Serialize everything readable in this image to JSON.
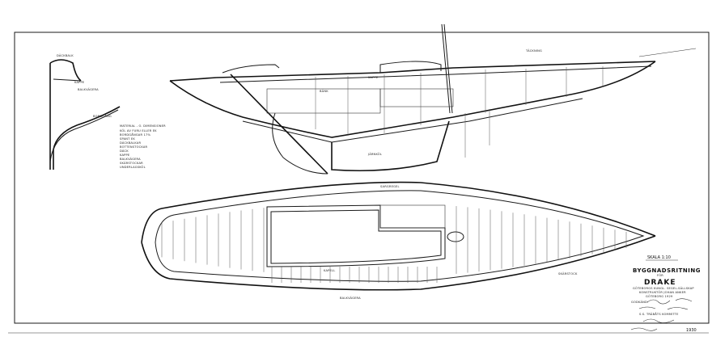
{
  "title_block": {
    "scale": "SKALA 1:10",
    "heading": "BYGGNADSRITNING",
    "for": "FÖR",
    "boat_name": "DRAKE",
    "note1": "GÖTEBORGS KUNGL. SEGEL-SÄLLSKAP",
    "note2": "KONSTRUKTÖR JOHAN ANKER",
    "note3": "GÖTEBORG 1929",
    "approved": "GODKÄND:",
    "drawn_by": "S.S. TRÄBÅTS KOMMITTE",
    "year": "1930"
  },
  "material_notes": {
    "heading": "MATERIAL - O. DIMENSIONER",
    "lines": [
      "KÖL AV FURU ELLER EK",
      "BORDGÅNGAR 17%",
      "SPANT EK",
      "DÄCKBALKAR",
      "BOTTENSTOCKAR",
      "DÄCK",
      "KAPPE",
      "BALKVÄGERA",
      "SKÄRSTOCKAR",
      "UNDERLAGSKÖL"
    ]
  },
  "profile_labels": {
    "kappe": "KAPPE",
    "bank": "BÄNK",
    "jarnkol": "JÄRNKÖL",
    "tackling": "TÄCKNING"
  },
  "plan_labels": {
    "coaming": "SARGREGEL",
    "kapell": "KAPELL",
    "balkvagera": "BALKVÄGERA",
    "skarstock": "SKÄRSTOCK"
  },
  "section_labels": {
    "top": "DÄCKBALK",
    "mid": "KAPPE",
    "balk": "BALKVÄGERA",
    "bord": "BORDGÅNG"
  }
}
